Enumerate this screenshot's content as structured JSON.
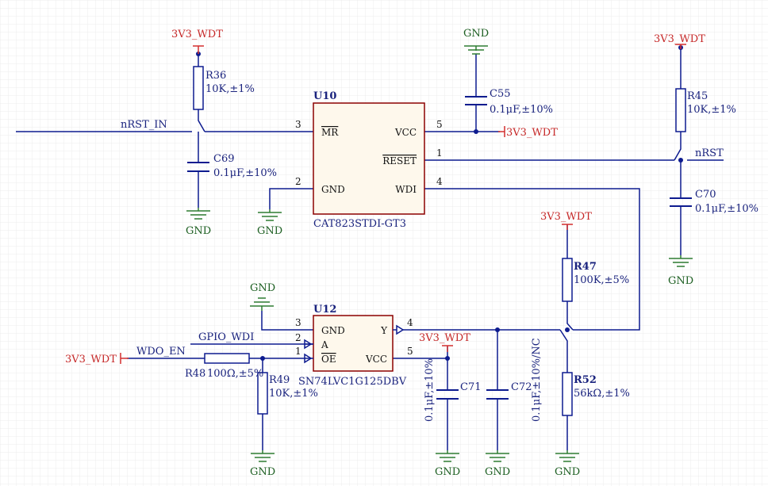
{
  "colors": {
    "wire": "#0d1b8f",
    "power": "#d32f2f",
    "ground": "#2e7d32",
    "ic_fill": "#fef8ec",
    "ic_border": "#8b0000",
    "grid": "#e8e8e8"
  },
  "icons": {
    "ground": "ground-icon",
    "power": "power-port-icon",
    "junction": "junction-dot-icon"
  },
  "nets": {
    "nrst_in": "nRST_IN",
    "nrst": "nRST",
    "gpio_wdi": "GPIO_WDI",
    "wdo_en": "WDO_EN",
    "power": "3V3_WDT",
    "ground": "GND"
  },
  "u10": {
    "designator": "U10",
    "part": "CAT823STDI-GT3",
    "pins": [
      {
        "num": "3",
        "name": "MR"
      },
      {
        "num": "2",
        "name": "GND"
      },
      {
        "num": "5",
        "name": "VCC"
      },
      {
        "num": "1",
        "name": "RESET"
      },
      {
        "num": "4",
        "name": "WDI"
      }
    ]
  },
  "u12": {
    "designator": "U12",
    "part": "SN74LVC1G125DBV",
    "pins": [
      {
        "num": "3",
        "name": "GND"
      },
      {
        "num": "2",
        "name": "A"
      },
      {
        "num": "1",
        "name": "OE"
      },
      {
        "num": "4",
        "name": "Y"
      },
      {
        "num": "5",
        "name": "VCC"
      }
    ]
  },
  "resistors": {
    "r36": {
      "ref": "R36",
      "value": "10K,±1%"
    },
    "r45": {
      "ref": "R45",
      "value": "10K,±1%"
    },
    "r47": {
      "ref": "R47",
      "value": "100K,±5%"
    },
    "r52": {
      "ref": "R52",
      "value": "56kΩ,±1%"
    },
    "r49": {
      "ref": "R49",
      "value": "10K,±1%"
    },
    "r48": {
      "ref": "R48",
      "value": "100Ω,±5%"
    }
  },
  "capacitors": {
    "c69": {
      "ref": "C69",
      "value": "0.1μF,±10%"
    },
    "c55": {
      "ref": "C55",
      "value": "0.1μF,±10%"
    },
    "c70": {
      "ref": "C70",
      "value": "0.1μF,±10%"
    },
    "c71": {
      "ref": "C71",
      "value": "0.1μF,±10%"
    },
    "c72": {
      "ref": "C72",
      "value": "0.1μF,±10%/NC"
    }
  }
}
